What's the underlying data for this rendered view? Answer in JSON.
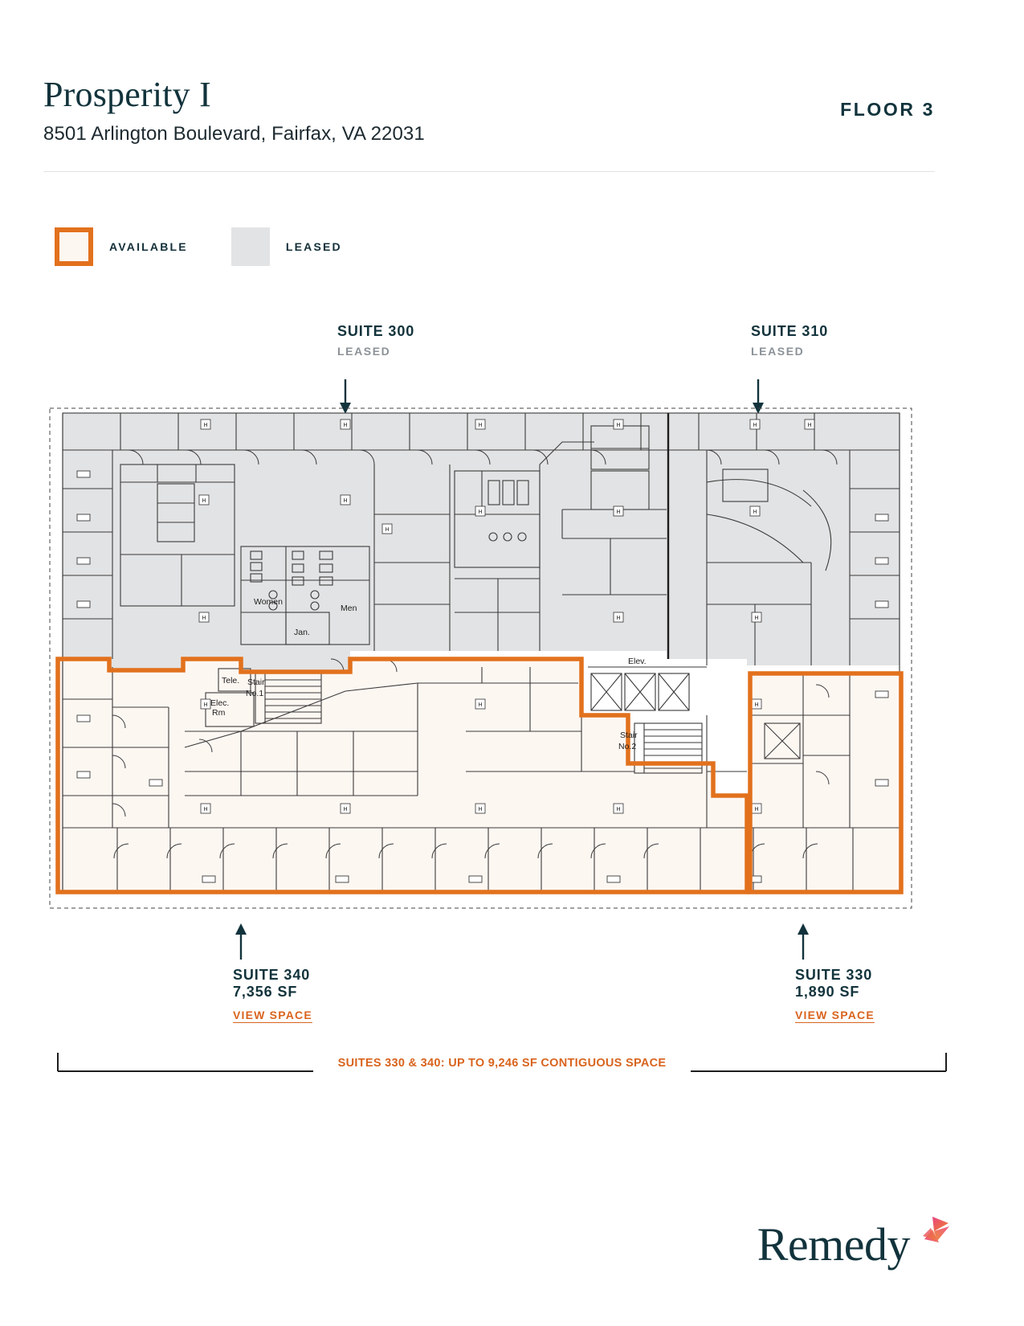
{
  "header": {
    "building_name": "Prosperity I",
    "address": "8501 Arlington Boulevard, Fairfax, VA 22031",
    "floor_label": "FLOOR 3"
  },
  "legend": {
    "available_label": "AVAILABLE",
    "leased_label": "LEASED",
    "available_color": "#e2711d",
    "available_fill": "#fdf7f2",
    "leased_color": "#e2e3e4"
  },
  "callouts": [
    {
      "suite": "SUITE 300",
      "status": "LEASED",
      "sf": "",
      "link": ""
    },
    {
      "suite": "SUITE 310",
      "status": "LEASED",
      "sf": "",
      "link": ""
    },
    {
      "suite": "SUITE 340",
      "status": "",
      "sf": "7,356 SF",
      "link": "VIEW SPACE"
    },
    {
      "suite": "SUITE 330",
      "status": "",
      "sf": "1,890 SF",
      "link": "VIEW SPACE"
    }
  ],
  "contiguous": {
    "text": "SUITES 330 & 340: UP TO 9,246 SF CONTIGUOUS SPACE",
    "color": "#d9641e"
  },
  "floorplan": {
    "room_labels": [
      "Women",
      "Men",
      "Jan.",
      "Tele.",
      "Elec. Rm",
      "Stair No.1",
      "Stair No.2",
      "Elev."
    ],
    "women_label": "Women",
    "men_label": "Men",
    "jan_label": "Jan.",
    "tele_label": "Tele.",
    "elec_label_1": "Elec.",
    "elec_label_2": "Rm",
    "stair1_label_1": "Stair",
    "stair1_label_2": "No.1",
    "stair2_label_1": "Stair",
    "stair2_label_2": "No.2",
    "elev_label": "Elev."
  },
  "footer": {
    "logo_text": "Remedy"
  },
  "colors": {
    "brand_dark": "#12333c",
    "accent_orange": "#e2711d",
    "link_orange": "#d9641e",
    "leased_gray": "#e2e3e4",
    "available_cream": "#fdf7f2"
  }
}
